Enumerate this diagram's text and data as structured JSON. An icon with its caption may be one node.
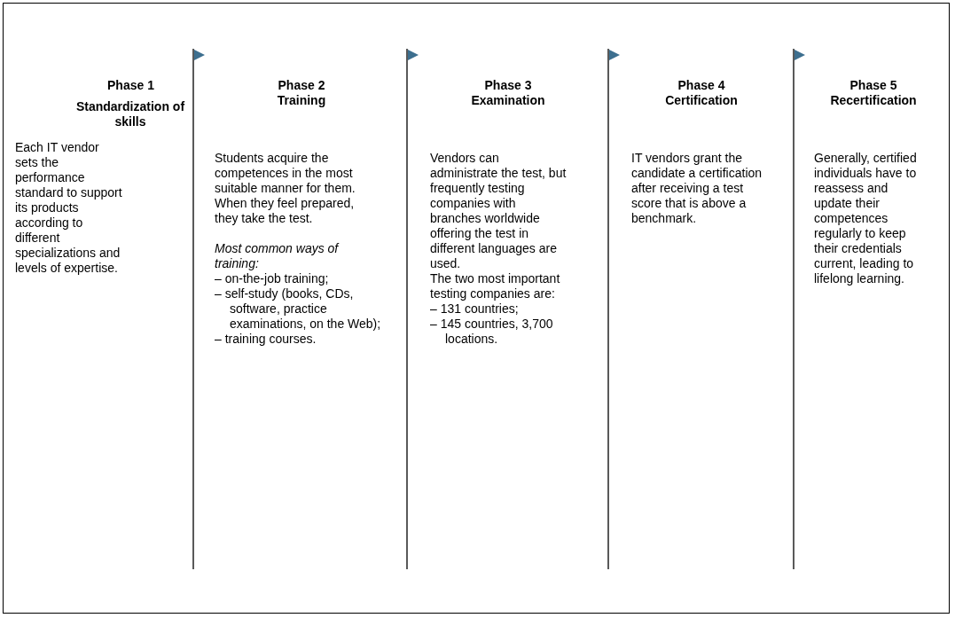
{
  "diagram": {
    "nodes": [
      {
        "text": [
          "Phase 1",
          "Standardization of skills",
          "Each IT vendor sets the performance standard to support its products according to different specializations and levels of expertise."
        ]
      },
      {
        "text": [
          "Phase 2",
          "Training",
          "Students acquire the competences in the most suitable manner for them.",
          "When they feel prepared, they take the test.",
          "Most common ways of training:",
          "– on-the-job training;",
          "– self-study (books, CDs, software, practice examinations, on the Web);",
          "– training courses."
        ]
      },
      {
        "text": [
          "Phase 3",
          "Examination",
          "Vendors can administrate the test, but frequently testing companies with branches worldwide offering the test in different languages are used.",
          "The two most important testing companies are:",
          "– 131 countries;",
          "– 145 countries, 3,700 locations."
        ]
      },
      {
        "text": [
          "Phase 4",
          "Certification",
          "IT vendors grant the candidate a certification after receiving a test score that is above a benchmark."
        ]
      },
      {
        "text": [
          "Phase 5",
          "Recertification",
          "Generally, certified individuals have to reassess and update their competences regularly to keep their credentials current, leading to lifelong learning."
        ]
      }
    ]
  }
}
